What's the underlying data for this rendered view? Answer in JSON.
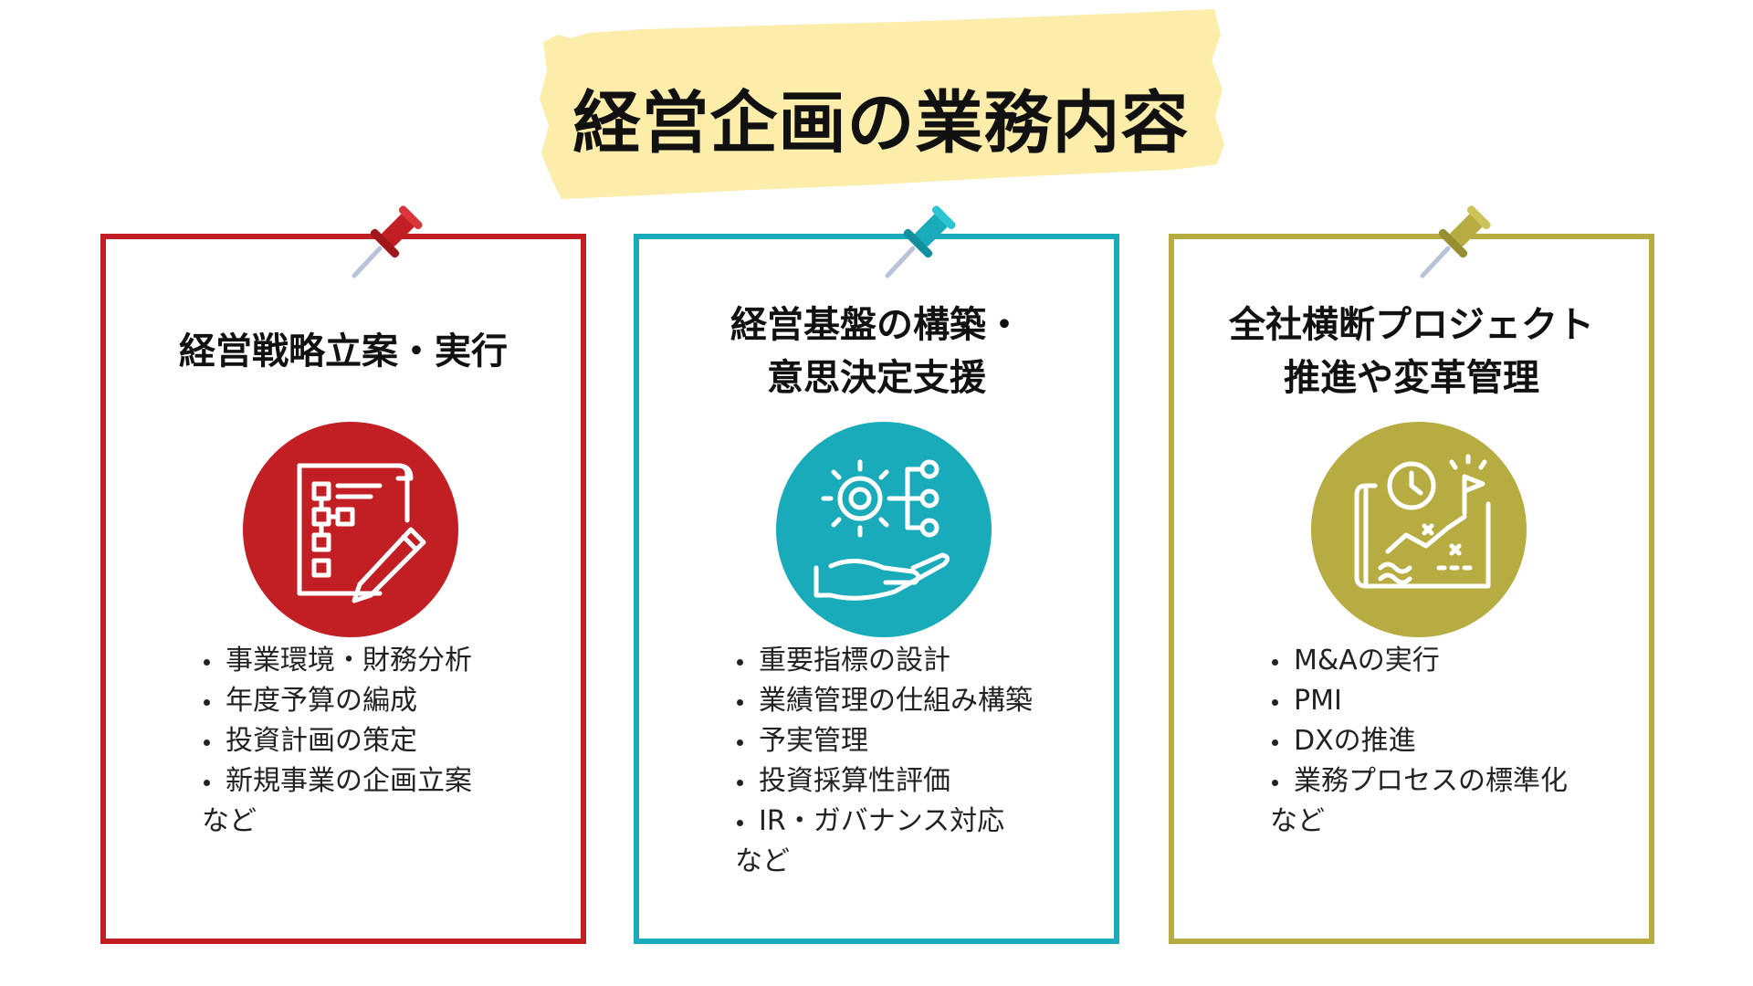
{
  "title": "経営企画の業務内容",
  "colors": {
    "red": "#c11f24",
    "teal": "#1aabbb",
    "olive": "#b7ac42",
    "banner": "#fcedaa"
  },
  "cards": [
    {
      "title_lines": [
        "経営戦略立案・実行"
      ],
      "icon": "strategy-document-icon",
      "items": [
        "事業環境・財務分析",
        "年度予算の編成",
        "投資計画の策定",
        "新規事業の企画立案"
      ],
      "footer": "など"
    },
    {
      "title_lines": [
        "経営基盤の構築・",
        "意思決定支援"
      ],
      "icon": "gear-hand-icon",
      "items": [
        "重要指標の設計",
        "業績管理の仕組み構築",
        "予実管理",
        "投資採算性評価",
        "IR・ガバナンス対応"
      ],
      "footer": "など"
    },
    {
      "title_lines": [
        "全社横断プロジェクト",
        "推進や変革管理"
      ],
      "icon": "project-map-icon",
      "items": [
        "M&Aの実行",
        "PMI",
        "DXの推進",
        "業務プロセスの標準化"
      ],
      "footer": "など"
    }
  ]
}
